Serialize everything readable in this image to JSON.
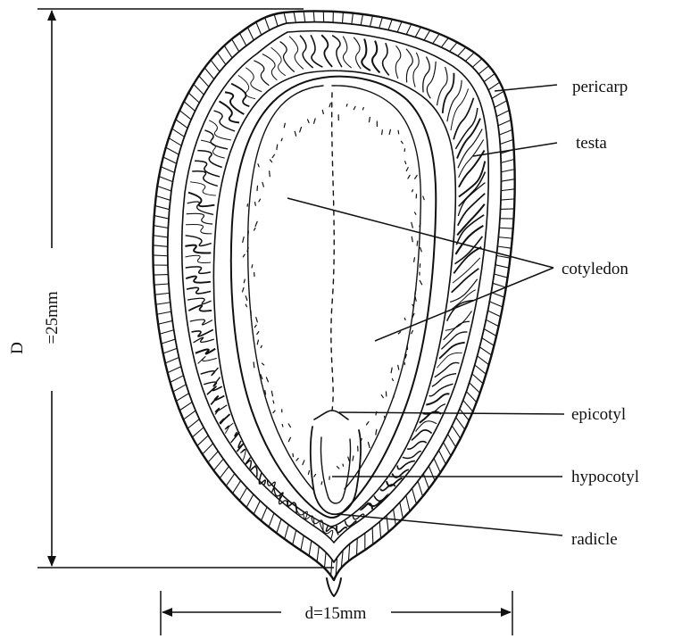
{
  "diagram": {
    "dimension_length_symbol": "D",
    "dimension_length_value": "=25mm",
    "dimension_width_value": "d=15mm",
    "labels": [
      {
        "key": "pericarp",
        "text": "pericarp"
      },
      {
        "key": "testa",
        "text": "testa"
      },
      {
        "key": "cotyledon",
        "text": "cotyledon"
      },
      {
        "key": "epicotyl",
        "text": "epicotyl"
      },
      {
        "key": "hypocotyl",
        "text": "hypocotyl"
      },
      {
        "key": "radicle",
        "text": "radicle"
      }
    ]
  }
}
